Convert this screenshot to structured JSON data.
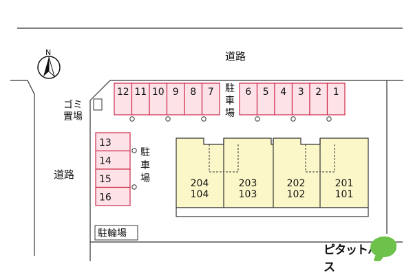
{
  "roads": {
    "top": "道路",
    "left": "道路"
  },
  "north_symbol": "N",
  "garbage_area": {
    "line1": "ゴミ",
    "line2": "置場"
  },
  "parking_label": "駐車場",
  "parking_right_row": [
    "6",
    "5",
    "4",
    "3",
    "2",
    "1"
  ],
  "parking_left_row": [
    "12",
    "11",
    "10",
    "9",
    "8",
    "7"
  ],
  "parking_side": [
    "13",
    "14",
    "15",
    "16"
  ],
  "parking_side_label": "駐車場",
  "bicycle_parking": "駐輪場",
  "units": [
    {
      "upper": "204",
      "lower": "104"
    },
    {
      "upper": "203",
      "lower": "103"
    },
    {
      "upper": "202",
      "lower": "102"
    },
    {
      "upper": "201",
      "lower": "101"
    }
  ],
  "brand": {
    "text": "ピタットハウス"
  },
  "colors": {
    "parking_fill": "#fde3e8",
    "parking_stroke": "#cc2a4a",
    "building_fill": "#fbf7c8",
    "line": "#444444",
    "brand_green": "#6cc24a"
  }
}
